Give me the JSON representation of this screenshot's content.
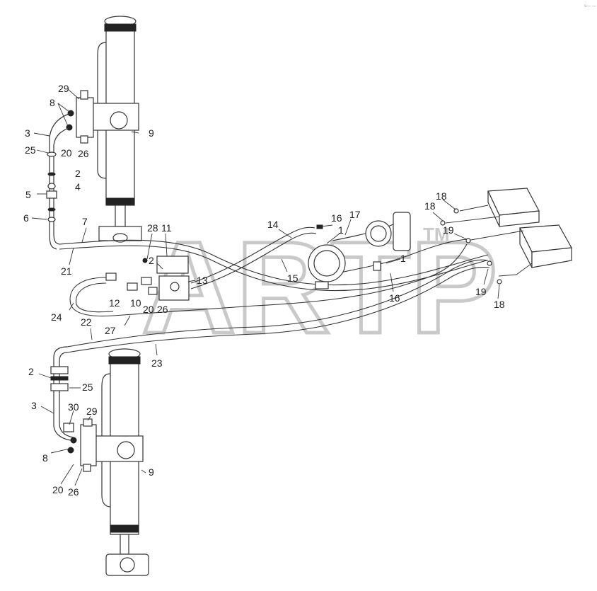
{
  "corner_mark": "s— —",
  "watermark": {
    "text": "ARTP",
    "tm": "TM"
  },
  "labels": {
    "l29a": "29",
    "l8a": "8",
    "l3a": "3",
    "l25a": "25",
    "l20a": "20",
    "l26a": "26",
    "l9a": "9",
    "l2a": "2",
    "l4a": "4",
    "l5a": "5",
    "l6a": "6",
    "l7a": "7",
    "l21a": "21",
    "l28": "28",
    "l11": "11",
    "l2b": "2",
    "l13": "13",
    "l10": "10",
    "l20b": "20",
    "l26b": "26",
    "l12": "12",
    "l24": "24",
    "l27": "27",
    "l22": "22",
    "l23": "23",
    "l14": "14",
    "l15": "15",
    "l16a": "16",
    "l1a": "1",
    "l17": "17",
    "l1b": "1",
    "l16b": "16",
    "l18a": "18",
    "l18b": "18",
    "l19a": "19",
    "l19b": "19",
    "l18c": "18",
    "l2c": "2",
    "l25b": "25",
    "l3b": "3",
    "l30": "30",
    "l29b": "29",
    "l8b": "8",
    "l9b": "9",
    "l20c": "20",
    "l26c": "26"
  }
}
